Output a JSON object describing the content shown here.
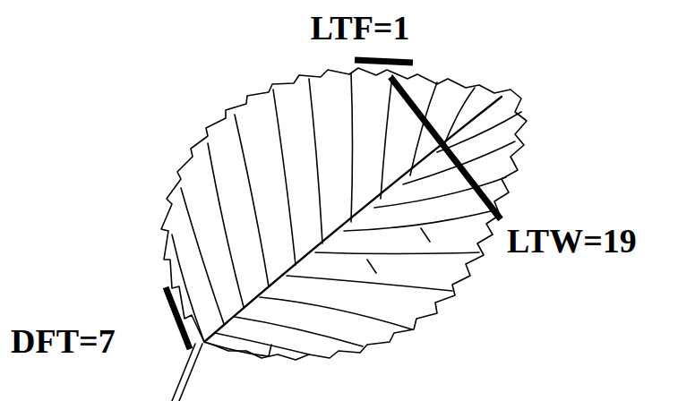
{
  "diagram": {
    "labels": [
      "LTF=1",
      "LTW=19",
      "DFT=7"
    ]
  }
}
